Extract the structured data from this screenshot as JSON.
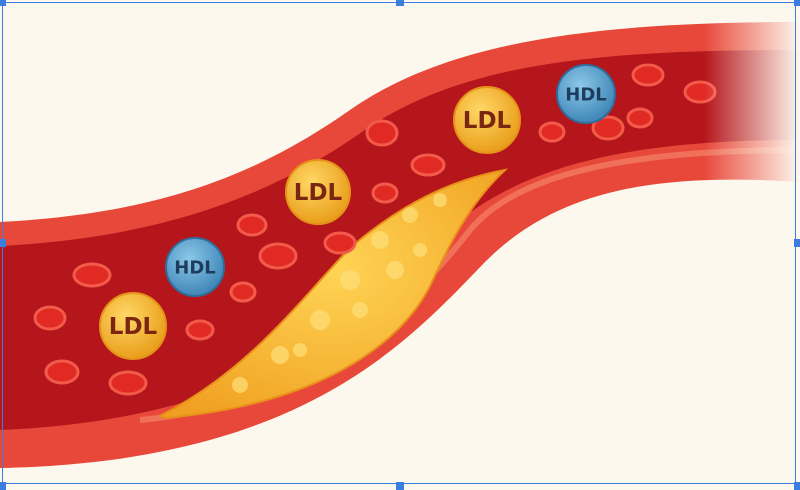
{
  "illustration": {
    "particles": [
      {
        "type": "ldl",
        "label": "LDL"
      },
      {
        "type": "hdl",
        "label": "HDL"
      },
      {
        "type": "ldl",
        "label": "LDL"
      },
      {
        "type": "ldl",
        "label": "LDL"
      },
      {
        "type": "hdl",
        "label": "HDL"
      }
    ]
  },
  "colors": {
    "background": "#fdf8ee",
    "artery_wall": "#e8483a",
    "lumen": "#b5161c",
    "plaque": "#f5b52e",
    "ldl": "#f2b22c",
    "hdl": "#4b9ccb",
    "selection": "#3b7de0"
  }
}
